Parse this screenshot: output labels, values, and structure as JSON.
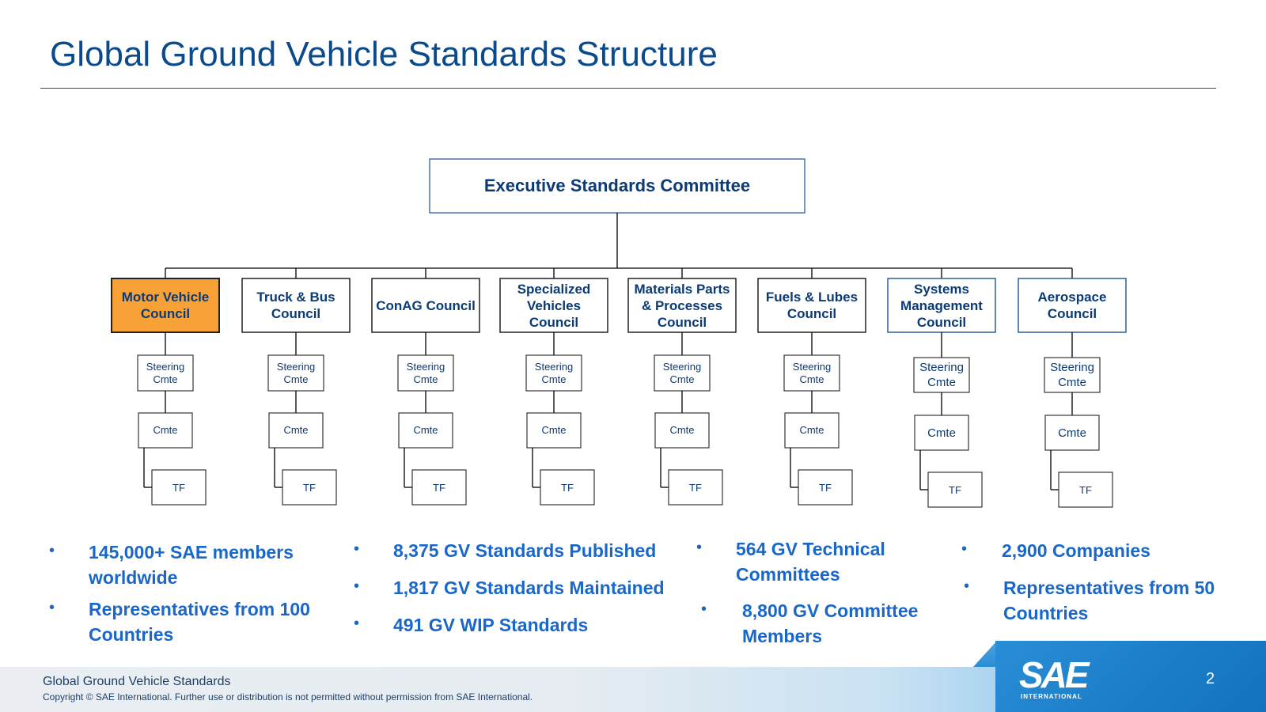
{
  "title": "Global Ground Vehicle Standards Structure",
  "colors": {
    "title": "#0b4a8b",
    "text": "#0b3a75",
    "stat": "#1967c8",
    "highlight": "#f7a137",
    "line": "#000000"
  },
  "executive": {
    "label": "Executive Standards Committee"
  },
  "councils": [
    {
      "label": "Motor Vehicle Council",
      "highlighted": true,
      "steering": "Steering Cmte",
      "cmte": "Cmte",
      "tf": "TF"
    },
    {
      "label": "Truck & Bus Council",
      "highlighted": false,
      "steering": "Steering Cmte",
      "cmte": "Cmte",
      "tf": "TF"
    },
    {
      "label": "ConAG Council",
      "highlighted": false,
      "steering": "Steering Cmte",
      "cmte": "Cmte",
      "tf": "TF"
    },
    {
      "label": "Specialized Vehicles Council",
      "highlighted": false,
      "steering": "Steering Cmte",
      "cmte": "Cmte",
      "tf": "TF"
    },
    {
      "label": "Materials Parts & Processes Council",
      "highlighted": false,
      "steering": "Steering Cmte",
      "cmte": "Cmte",
      "tf": "TF"
    },
    {
      "label": "Fuels & Lubes Council",
      "highlighted": false,
      "steering": "Steering Cmte",
      "cmte": "Cmte",
      "tf": "TF"
    },
    {
      "label": "Systems Management Council",
      "highlighted": false,
      "steering": "Steering Cmte",
      "cmte": "Cmte",
      "tf": "TF"
    },
    {
      "label": "Aerospace Council",
      "highlighted": false,
      "steering": "Steering Cmte",
      "cmte": "Cmte",
      "tf": "TF"
    }
  ],
  "stats": [
    {
      "items": [
        "145,000+ SAE members worldwide",
        "Representatives from 100 Countries"
      ]
    },
    {
      "items": [
        "8,375 GV Standards Published",
        "1,817 GV Standards Maintained",
        "491 GV WIP Standards"
      ]
    },
    {
      "items": [
        "564 GV Technical Committees",
        "8,800 GV Committee Members"
      ]
    },
    {
      "items": [
        "2,900 Companies",
        "Representatives from 50 Countries"
      ]
    }
  ],
  "footer": {
    "title": "Global Ground Vehicle Standards",
    "copyright": "Copyright © SAE International. Further use or distribution is not permitted without permission from SAE International.",
    "page_number": "2",
    "logo_text": "SAE",
    "logo_subtext": "INTERNATIONAL"
  }
}
